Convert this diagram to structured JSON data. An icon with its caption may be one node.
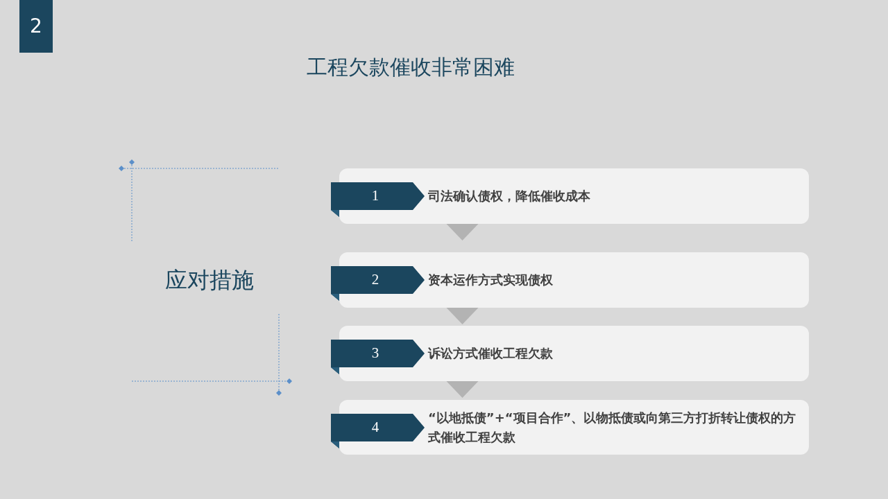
{
  "diagram": {
    "title": "工程欠款催收非常困难",
    "nodes": [
      {
        "text": [
          "2"
        ]
      },
      {
        "text": [
          "司法确认债权，降低催收成本"
        ]
      },
      {
        "text": [
          "1"
        ],
        "in": 1
      },
      {
        "text": [
          "资本运作方式实现债权"
        ]
      },
      {
        "text": [
          "2"
        ],
        "in": 3
      },
      {
        "text": [
          "诉讼方式催收工程欠款"
        ]
      },
      {
        "text": [
          "3"
        ],
        "in": 5
      },
      {
        "text": [
          "“以地抵债”+“项目合作”、以物抵债或向第三方打折转让债权的方式催收工程欠款"
        ]
      },
      {
        "text": [
          "4"
        ],
        "in": 7
      }
    ],
    "edges": [
      {
        "from": 1,
        "to": 3,
        "arrow": "to"
      },
      {
        "from": 3,
        "to": 5,
        "arrow": "to"
      },
      {
        "from": 5,
        "to": 7,
        "arrow": "to"
      }
    ],
    "labels": [
      "应对措施"
    ]
  }
}
